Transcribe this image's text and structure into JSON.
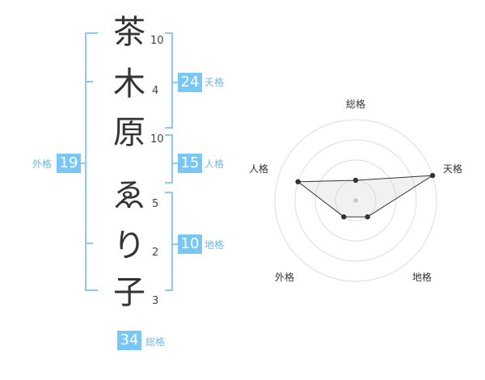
{
  "name": {
    "chars": [
      {
        "char": "茶",
        "strokes": "10"
      },
      {
        "char": "木",
        "strokes": "4"
      },
      {
        "char": "原",
        "strokes": "10"
      },
      {
        "char": "ゑ",
        "strokes": "5"
      },
      {
        "char": "り",
        "strokes": "2"
      },
      {
        "char": "子",
        "strokes": "3"
      }
    ]
  },
  "kakusu": {
    "tenkaku": {
      "label": "天格",
      "value": "24"
    },
    "jinkaku": {
      "label": "人格",
      "value": "15"
    },
    "chikaku": {
      "label": "地格",
      "value": "10"
    },
    "gaikaku": {
      "label": "外格",
      "value": "19"
    },
    "soukaku": {
      "label": "総格",
      "value": "34"
    }
  },
  "radar": {
    "axes": [
      "総格",
      "天格",
      "地格",
      "外格",
      "人格"
    ],
    "levels": 4,
    "values": [
      1,
      4,
      1,
      1,
      3
    ]
  },
  "colors": {
    "accent": "#79c7f7",
    "bracket": "#8ccaf2",
    "label": "#6fb8e8",
    "text": "#333333"
  }
}
